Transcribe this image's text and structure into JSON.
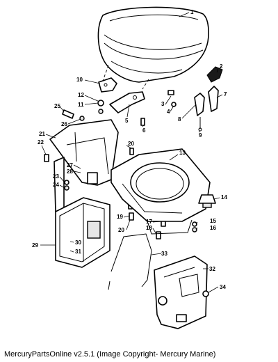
{
  "caption": "MercuryPartsOnline v2.5.1 (Image Copyright- Mercury Marine)",
  "callouts": {
    "c1": "1",
    "c2": "2",
    "c3": "3",
    "c4": "4",
    "c5": "5",
    "c6": "6",
    "c7": "7",
    "c8": "8",
    "c9": "9",
    "c10": "10",
    "c11": "11",
    "c12": "12",
    "c13": "13",
    "c14": "14",
    "c15": "15",
    "c16": "16",
    "c17": "17",
    "c18": "18",
    "c19": "19",
    "c20a": "20",
    "c20b": "20",
    "c21": "21",
    "c22": "22",
    "c23": "23",
    "c24": "24",
    "c25": "25",
    "c26": "26",
    "c27": "27",
    "c28": "28",
    "c29": "29",
    "c30": "30",
    "c31": "31",
    "c32": "32",
    "c33": "33",
    "c34": "34"
  },
  "colors": {
    "line": "#000000",
    "background": "#ffffff"
  }
}
